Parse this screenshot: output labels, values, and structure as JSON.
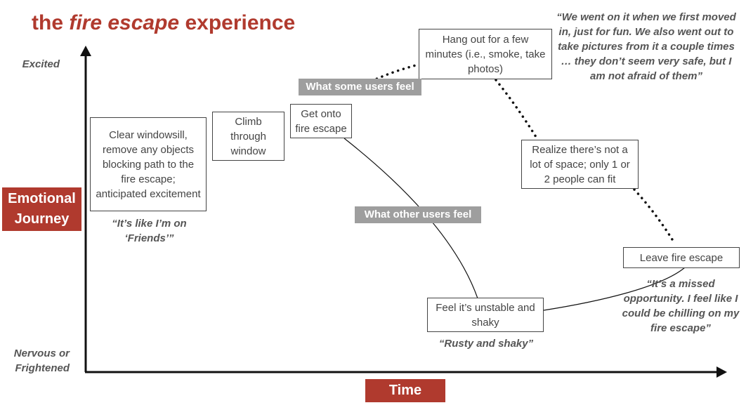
{
  "title": {
    "prefix": "the ",
    "emphasis": "fire escape",
    "suffix": " experience"
  },
  "y_axis": {
    "top_label": "Excited",
    "bottom_label": "Nervous or Frightened",
    "name": "Emotional Journey"
  },
  "x_axis": {
    "name": "Time"
  },
  "steps": [
    {
      "id": "clear-windowsill",
      "text": "Clear windowsill, remove any objects blocking path to the fire escape; anticipated excitement"
    },
    {
      "id": "climb-window",
      "text": "Climb through window"
    },
    {
      "id": "get-onto",
      "text": "Get onto fire escape"
    },
    {
      "id": "hang-out",
      "text": "Hang out for a few minutes (i.e., smoke, take photos)"
    },
    {
      "id": "realize-space",
      "text": "Realize there’s not a lot of space; only 1 or 2 people can fit"
    },
    {
      "id": "leave",
      "text": "Leave fire escape"
    },
    {
      "id": "unstable",
      "text": "Feel it’s unstable and shaky"
    }
  ],
  "paths": {
    "some_users_label": "What some users feel",
    "other_users_label": "What other users feel"
  },
  "quotes": {
    "friends": "“It’s like I’m on ‘Friends’”",
    "fun": "“We went on it when we first moved in, just for fun. We also went out to take pictures from it a couple times … they don’t seem very safe, but I am not afraid of them”",
    "rusty": "“Rusty and shaky”",
    "missed": "“It’s a missed opportunity. I feel like I could be chilling on my fire escape”"
  },
  "colors": {
    "accent": "#b03a2e",
    "tag_gray": "#9e9e9e",
    "axis": "#111111"
  }
}
